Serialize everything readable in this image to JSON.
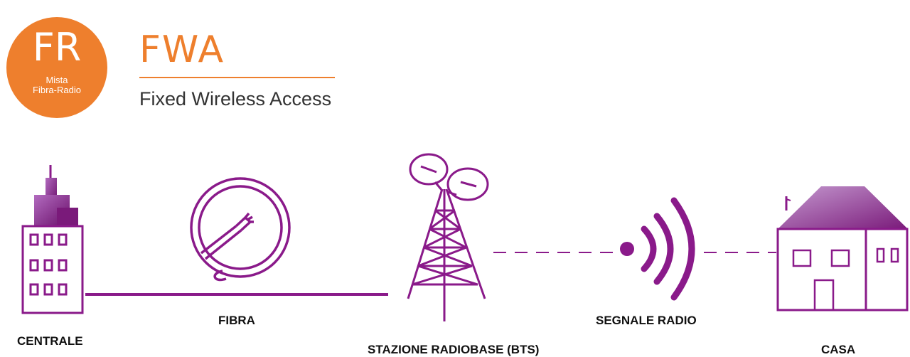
{
  "logo": {
    "main": "FR",
    "line1": "Mista",
    "line2": "Fibra-Radio",
    "bg_color": "#ee7f2d"
  },
  "header": {
    "title": "FWA",
    "subtitle": "Fixed Wireless Access",
    "accent_color": "#ee7f2d"
  },
  "diagram": {
    "stroke_color": "#8a1a8a",
    "nodes": [
      {
        "id": "centrale",
        "label": "CENTRALE",
        "icon": "building-icon"
      },
      {
        "id": "fibra",
        "label": "FIBRA",
        "icon": "fiber-coil-icon"
      },
      {
        "id": "bts",
        "label": "STAZIONE RADIOBASE (BTS)",
        "icon": "tower-icon"
      },
      {
        "id": "radio",
        "label": "SEGNALE RADIO",
        "icon": "radio-signal-icon"
      },
      {
        "id": "casa",
        "label": "CASA",
        "icon": "house-icon"
      }
    ]
  }
}
